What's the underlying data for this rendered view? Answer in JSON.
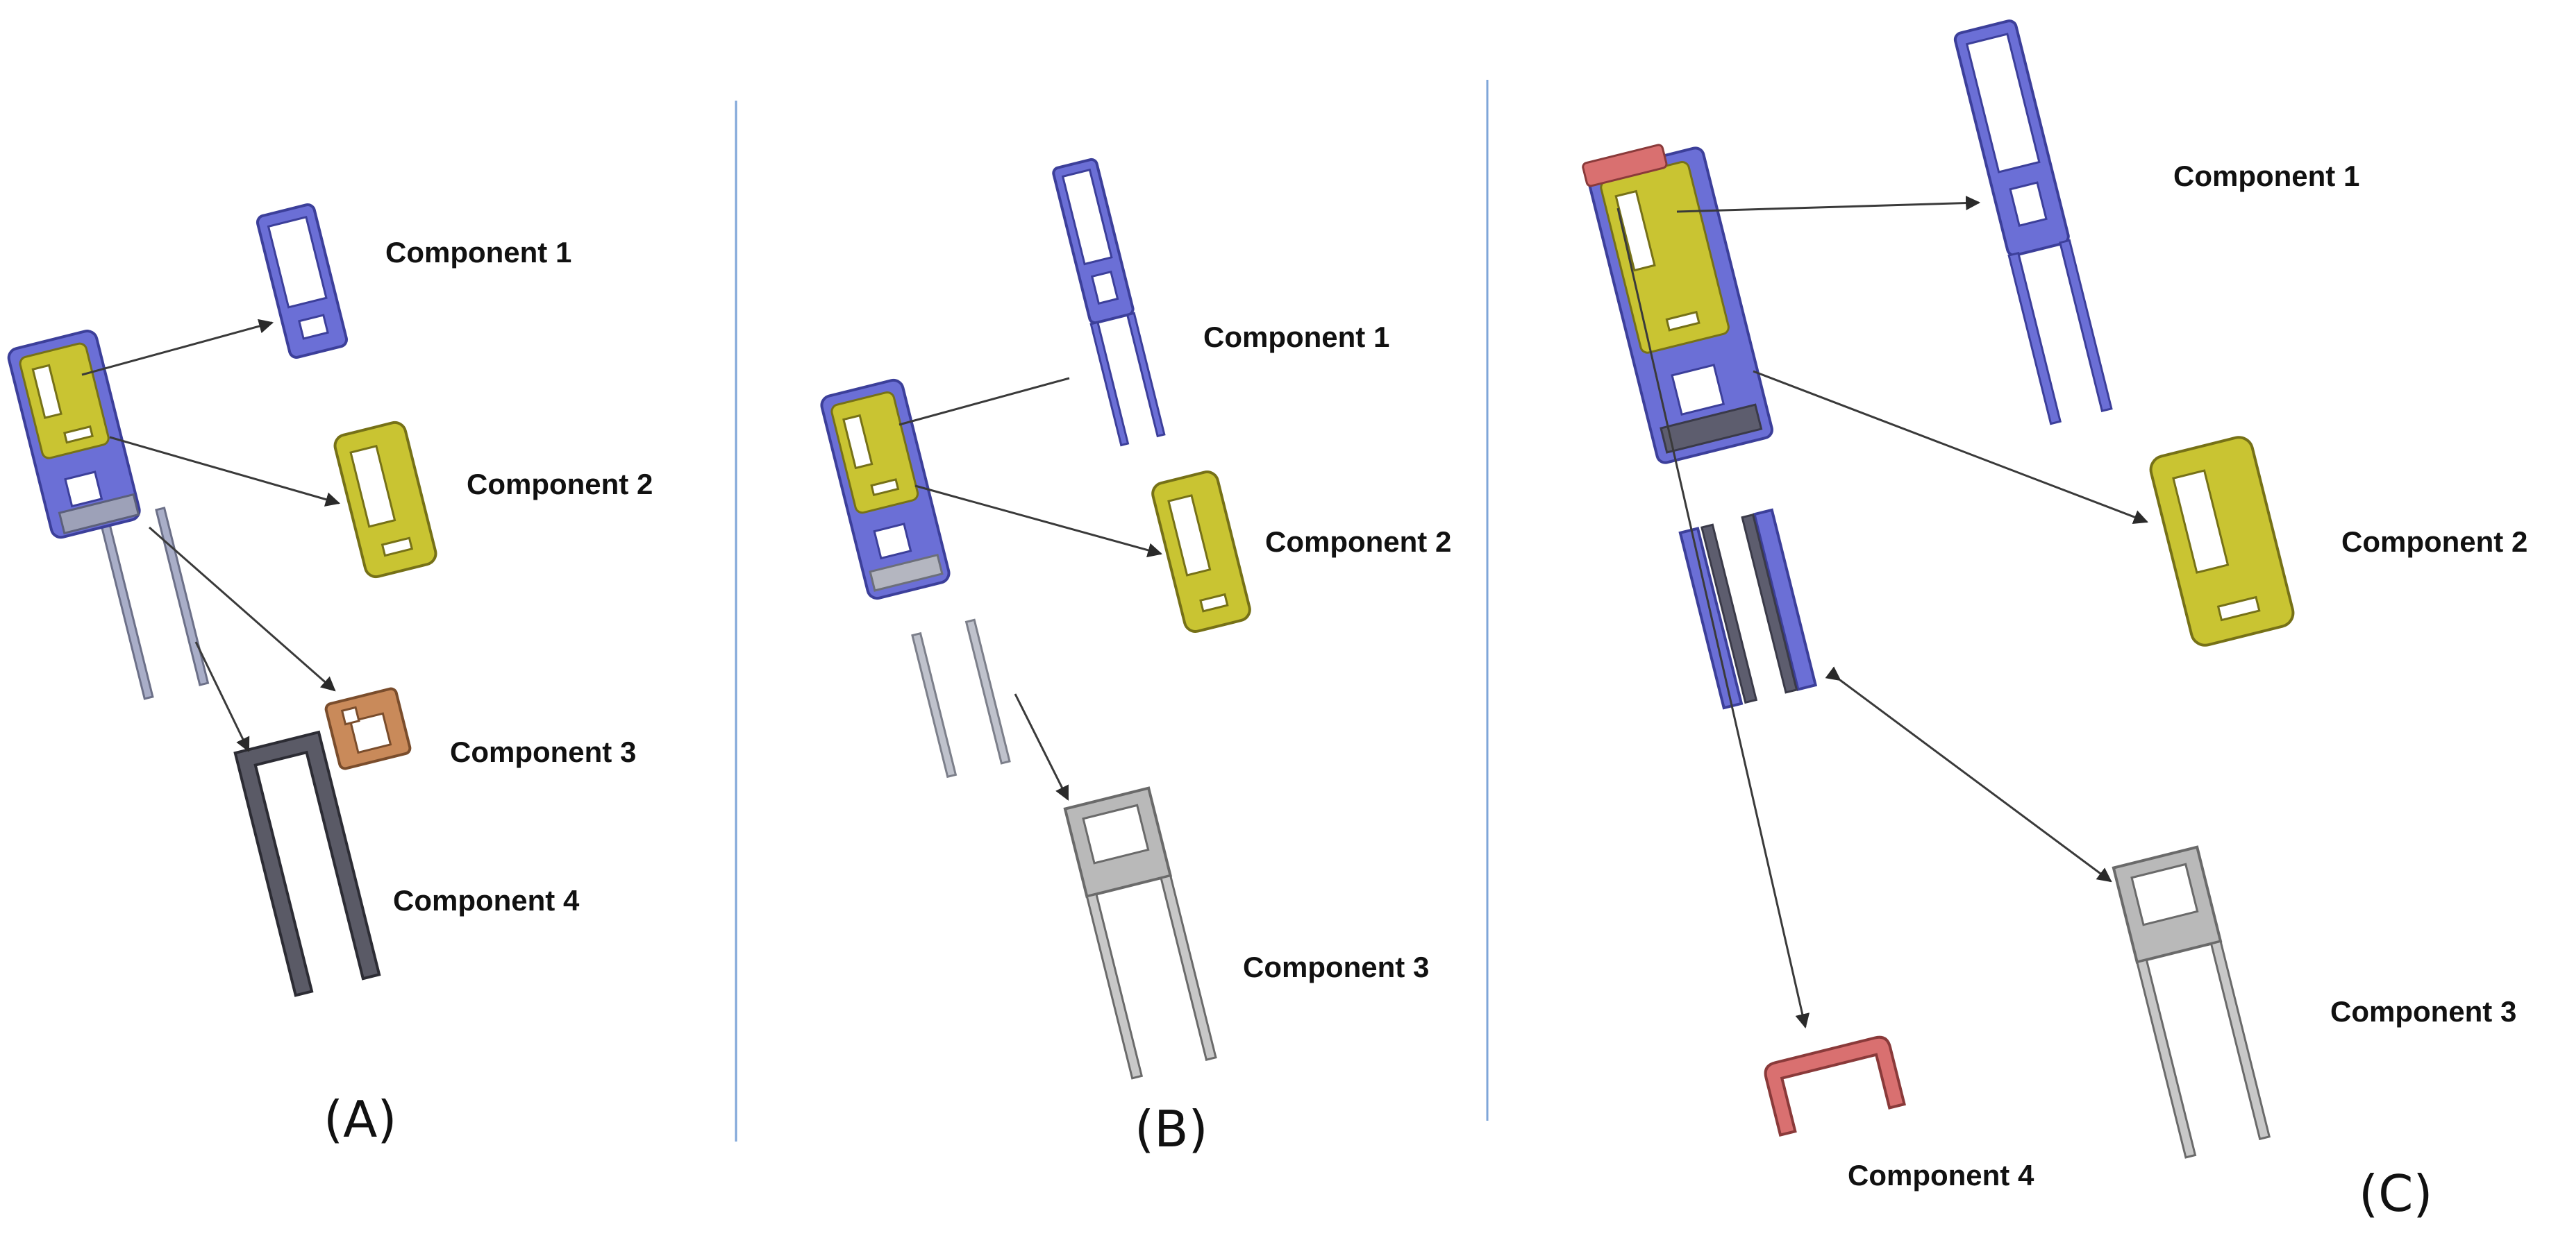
{
  "panels": [
    {
      "id": "A",
      "label": "(A)",
      "components": [
        "Component 1",
        "Component 2",
        "Component 3",
        "Component 4"
      ]
    },
    {
      "id": "B",
      "label": "(B)",
      "components": [
        "Component 1",
        "Component 2",
        "Component 3"
      ]
    },
    {
      "id": "C",
      "label": "(C)",
      "components": [
        "Component 1",
        "Component 2",
        "Component 3",
        "Component 4"
      ]
    }
  ],
  "colors": {
    "component_1": "#6b6fd6",
    "component_2": "#c9c432",
    "component_3_A": "#c98a5a",
    "component_3_BC": "#b9b9b9",
    "component_4_A": "#5a5a66",
    "component_4_C": "#d97070",
    "legs": "#a9aec8",
    "divider": "#7fa6d8",
    "arrow": "#3a3a3a"
  }
}
